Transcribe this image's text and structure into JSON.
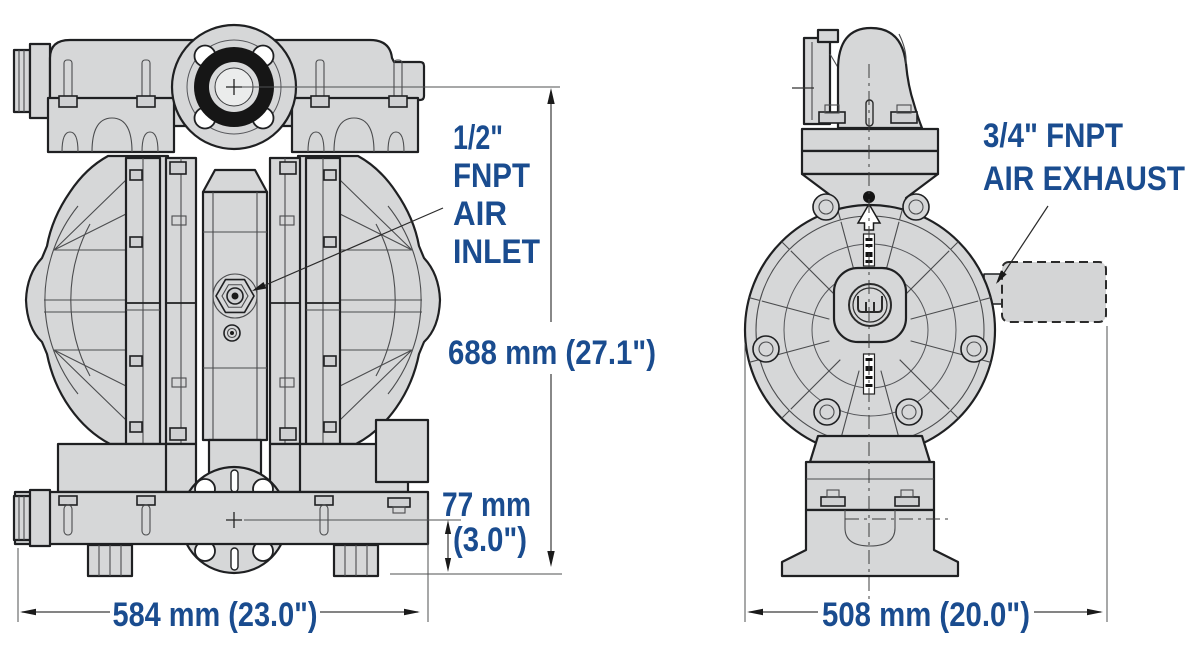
{
  "diagram": {
    "type": "pump dimensional drawing",
    "front_view": {
      "air_inlet_label": [
        "1/2\"",
        "FNPT",
        "AIR",
        "INLET"
      ],
      "overall_height_dim": "688 mm (27.1\")",
      "inlet_height_dim": [
        "77 mm",
        "(3.0\")"
      ],
      "overall_width_dim": "584 mm (23.0\")"
    },
    "side_view": {
      "air_exhaust_label": [
        "3/4\" FNPT",
        "AIR EXHAUST"
      ],
      "overall_depth_dim": "508 mm (20.0\")"
    },
    "colors": {
      "label_blue": "#1a4c8f",
      "body_gray": "#d6d7d8",
      "outline_dark": "#1f2022",
      "background": "#ffffff"
    }
  }
}
